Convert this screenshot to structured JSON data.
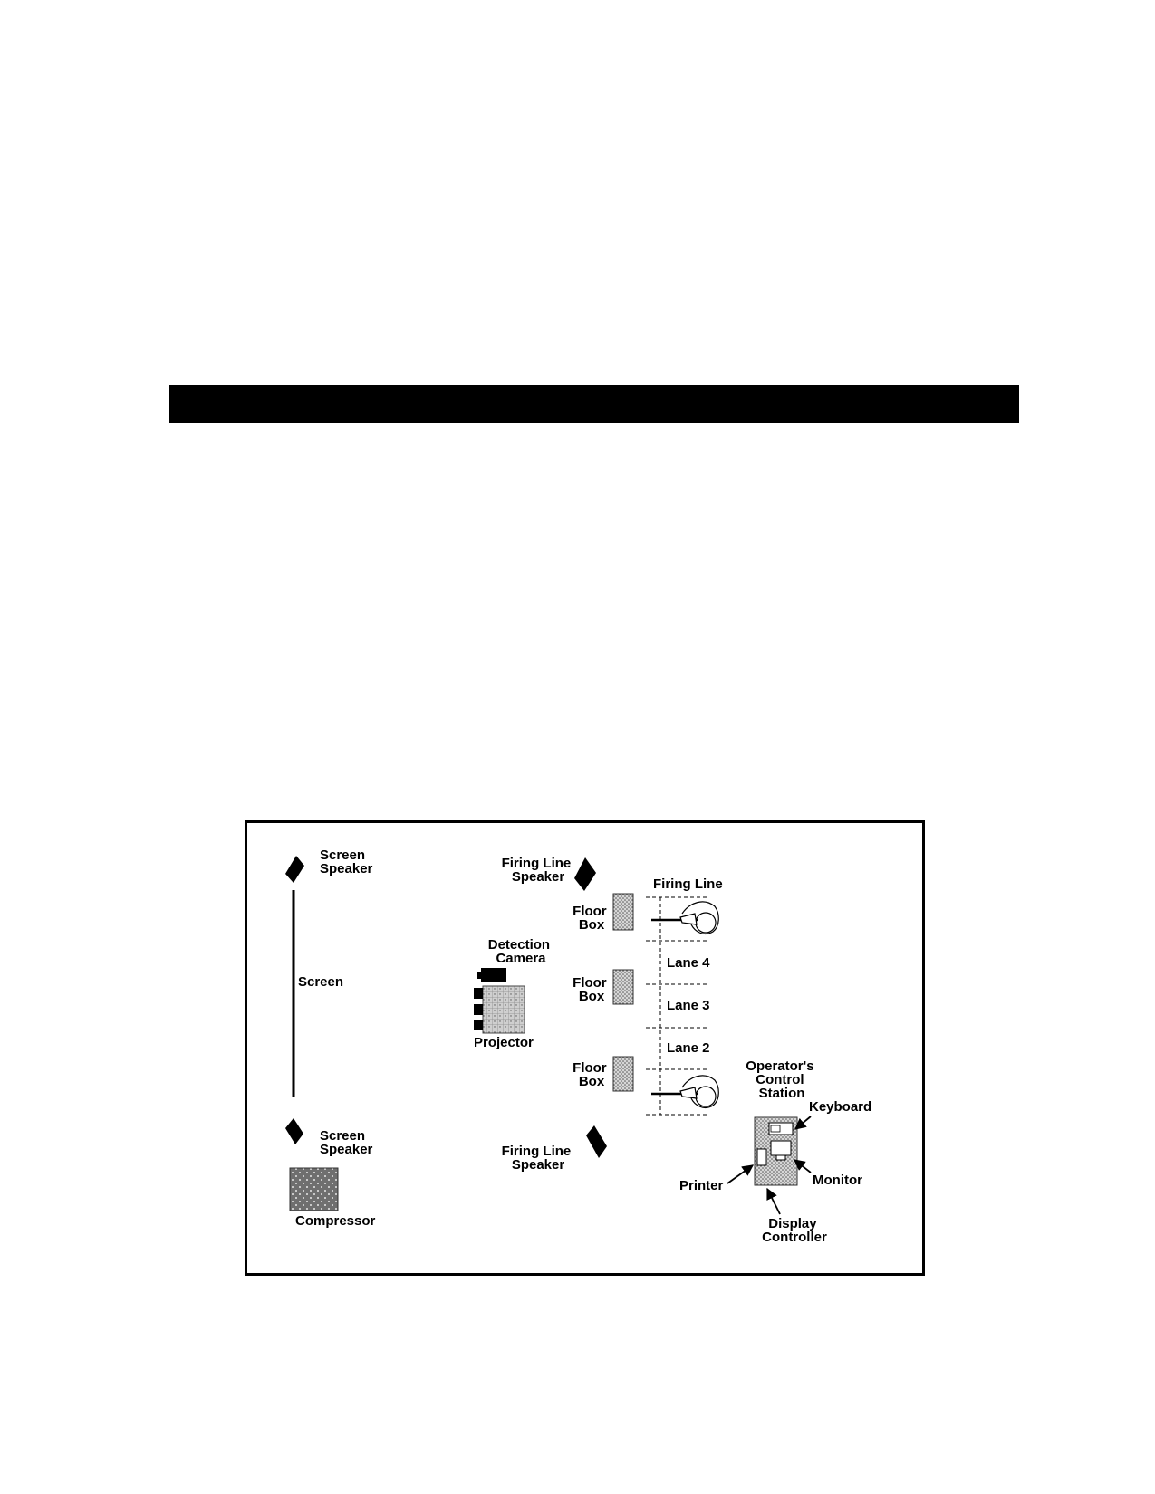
{
  "colors": {
    "bar": "#000000",
    "stipple_fill": "#d0d0d0",
    "compressor_fill": "#6f6f6f"
  },
  "labels": {
    "screen_speaker_top": [
      "Screen",
      "Speaker"
    ],
    "screen": "Screen",
    "screen_speaker_bottom": [
      "Screen",
      "Speaker"
    ],
    "compressor": "Compressor",
    "detection_camera": [
      "Detection",
      "Camera"
    ],
    "projector": "Projector",
    "firing_line_speaker_top": [
      "Firing Line",
      "Speaker"
    ],
    "firing_line_speaker_bottom": [
      "Firing Line",
      "Speaker"
    ],
    "floor_box_1": [
      "Floor",
      "Box"
    ],
    "floor_box_2": [
      "Floor",
      "Box"
    ],
    "floor_box_3": [
      "Floor",
      "Box"
    ],
    "firing_line": "Firing Line",
    "lane_4": "Lane 4",
    "lane_3": "Lane 3",
    "lane_2": "Lane 2",
    "operators_control_station": [
      "Operator's",
      "Control",
      "Station"
    ],
    "keyboard": "Keyboard",
    "monitor": "Monitor",
    "printer": "Printer",
    "display_controller": [
      "Display",
      "Controller"
    ]
  }
}
